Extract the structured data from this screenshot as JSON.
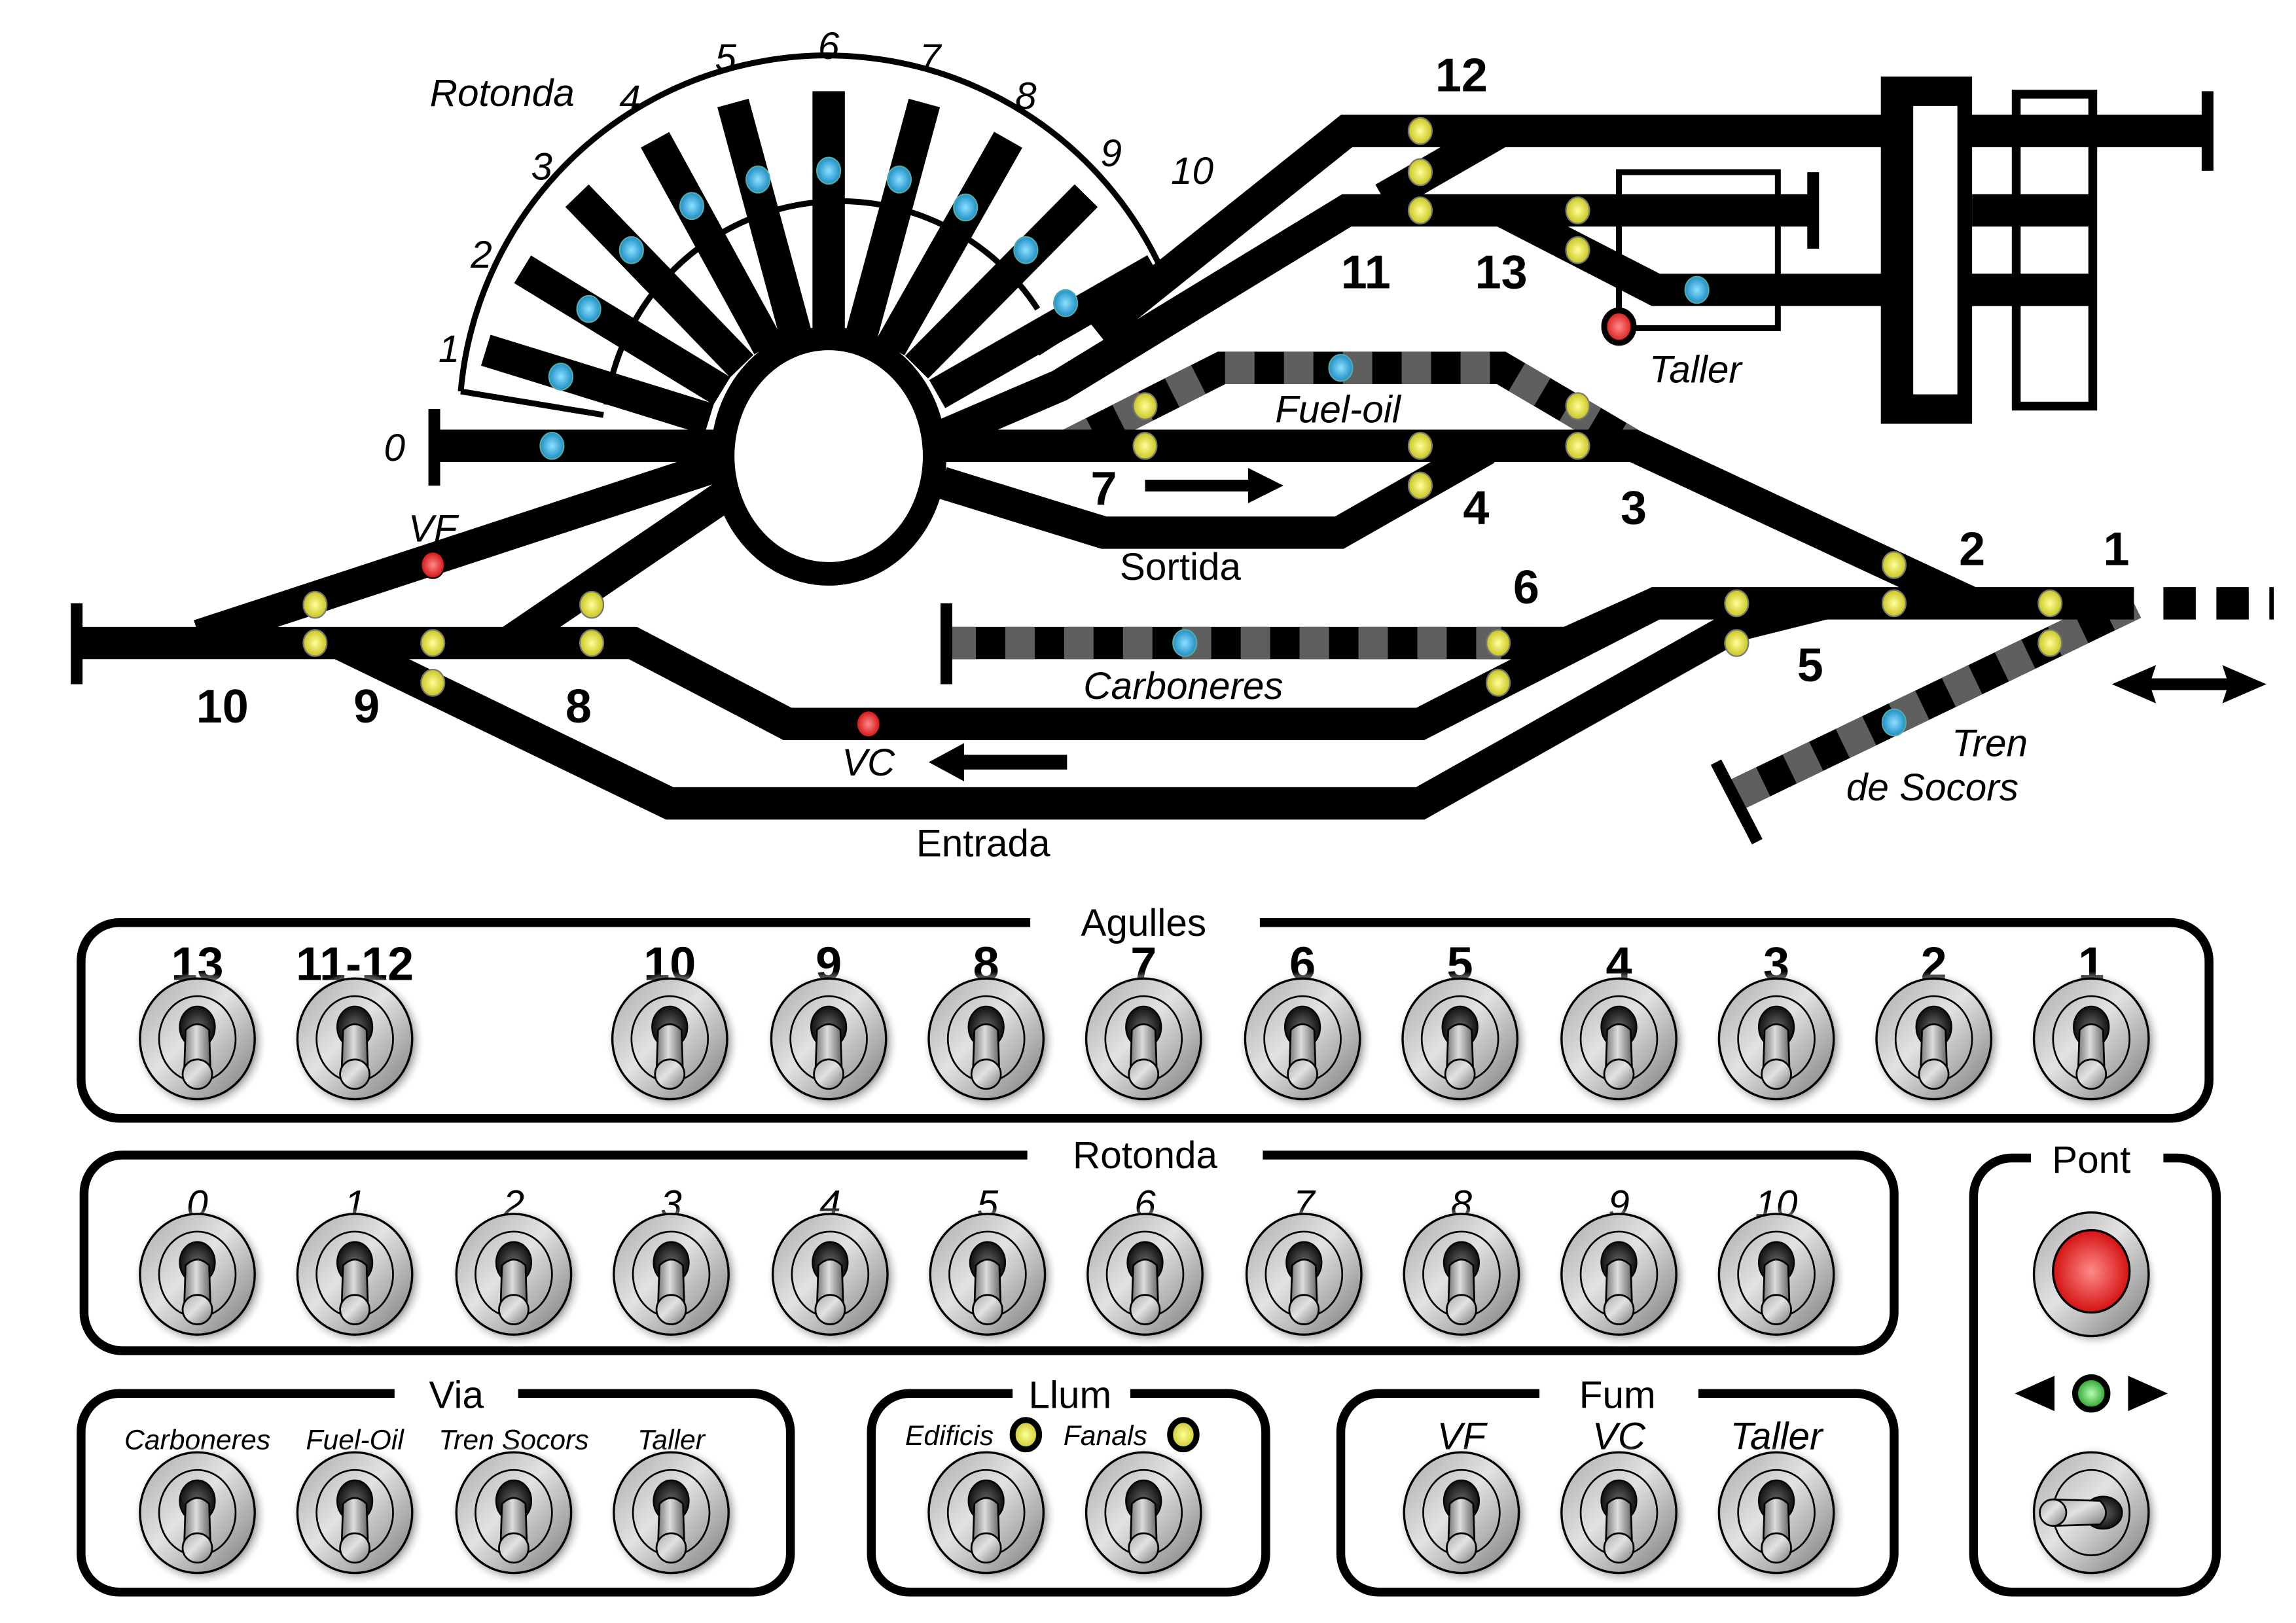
{
  "colors": {
    "track": "#000000",
    "siding_stripe": "#5f5f5f",
    "point_led": "#e4e23a",
    "rotonda_led": "#2ea8df",
    "signal_led": "#e8262a",
    "pont_led": "#35b535"
  },
  "layout_labels": {
    "rotonda_title": "Rotonda",
    "rotonda_tracks": [
      "0",
      "1",
      "2",
      "3",
      "4",
      "5",
      "6",
      "7",
      "8",
      "9",
      "10"
    ],
    "points": {
      "p1": "1",
      "p2": "2",
      "p3": "3",
      "p4": "4",
      "p5": "5",
      "p6": "6",
      "p7": "7",
      "p8": "8",
      "p9": "9",
      "p10": "10",
      "p11": "11",
      "p12": "12",
      "p13": "13"
    },
    "vf": "VF",
    "vc": "VC",
    "sortida": "Sortida",
    "entrada": "Entrada",
    "fuel_oil": "Fuel-oil",
    "carboneres": "Carboneres",
    "taller": "Taller",
    "tren_line1": "Tren",
    "tren_line2": "de Socors"
  },
  "panels": {
    "agulles": {
      "title": "Agulles",
      "switches": [
        "13",
        "11-12",
        "10",
        "9",
        "8",
        "7",
        "6",
        "5",
        "4",
        "3",
        "2",
        "1"
      ]
    },
    "rotonda": {
      "title": "Rotonda",
      "switches": [
        "0",
        "1",
        "2",
        "3",
        "4",
        "5",
        "6",
        "7",
        "8",
        "9",
        "10"
      ]
    },
    "via": {
      "title": "Via",
      "switches": [
        "Carboneres",
        "Fuel-Oil",
        "Tren Socors",
        "Taller"
      ]
    },
    "llum": {
      "title": "Llum",
      "switches": [
        "Edificis",
        "Fanals"
      ],
      "indicators": [
        "on",
        "on"
      ]
    },
    "fum": {
      "title": "Fum",
      "switches": [
        "VF",
        "VC",
        "Taller"
      ]
    },
    "pont": {
      "title": "Pont",
      "indicator": "green",
      "direction_icons": [
        "arrow-left-icon",
        "arrow-right-icon"
      ]
    }
  }
}
